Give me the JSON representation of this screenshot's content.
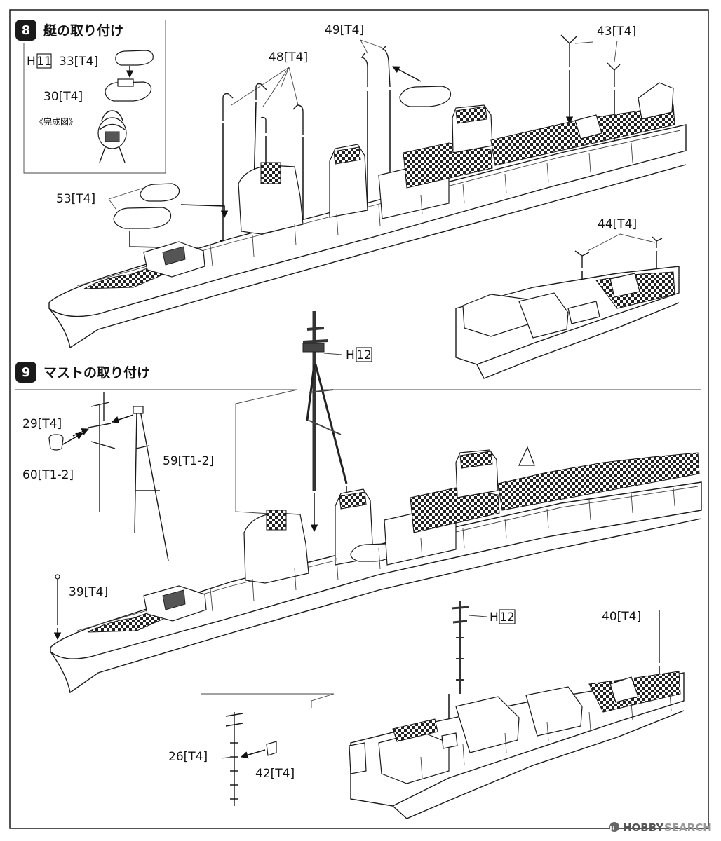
{
  "colors": {
    "ink": "#1a1a1a",
    "step_badge": "#1a1a1a",
    "watermark": "#666666"
  },
  "step8": {
    "number": "8",
    "title": "艇の取り付け",
    "inset_prefix": "H",
    "inset_box": "11",
    "inset_part_33": "33[T4]",
    "inset_part_30": "30[T4]",
    "inset_caption": "《完成図》",
    "label_48": "48[T4]",
    "label_49": "49[T4]",
    "label_43": "43[T4]",
    "label_53": "53[T4]",
    "label_44": "44[T4]"
  },
  "step9": {
    "number": "9",
    "title": "マストの取り付け",
    "h_prefix": "H",
    "h_box": "12",
    "label_29": "29[T4]",
    "label_60": "60[T1-2]",
    "label_59": "59[T1-2]",
    "label_39": "39[T4]",
    "label_40": "40[T4]",
    "label_26": "26[T4]",
    "label_42": "42[T4]",
    "h2_prefix": "H",
    "h2_box": "12"
  },
  "watermark": {
    "brand_a": "HOBBY",
    "brand_b": "SEARCH",
    "icon": "hobbysearch-logo-icon"
  }
}
